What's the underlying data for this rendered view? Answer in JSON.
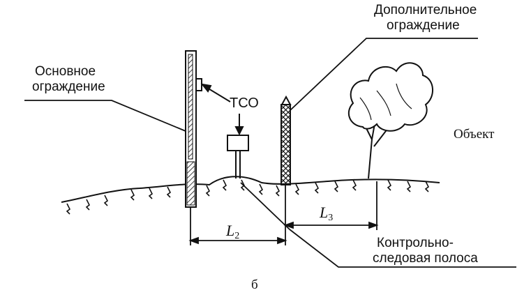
{
  "labels": {
    "main_fence": {
      "line1": "Основное",
      "line2": "ограждение"
    },
    "extra_fence": {
      "line1": "Дополнительное",
      "line2": "ограждение"
    },
    "tso": "ТСО",
    "object": "Объект",
    "l2": {
      "letter": "L",
      "sub": "2"
    },
    "l3": {
      "letter": "L",
      "sub": "3"
    },
    "strip": {
      "line1": "Контрольно-",
      "line2": "следовая полоса"
    },
    "caption": "б"
  }
}
